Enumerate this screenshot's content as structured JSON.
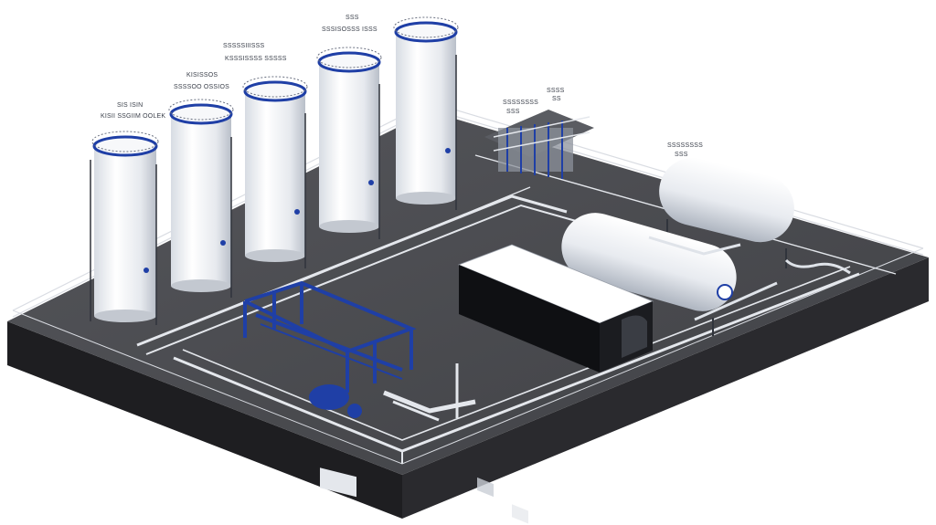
{
  "labels": {
    "tank1_line1": "SIS ISIN",
    "tank1_line2": "KISII SSGIIM OOLEK",
    "tank2_line1": "KISISSOS",
    "tank2_line2": "SSSSOO OSSIOS",
    "tank3_line1": "SSSSSIIISSS",
    "tank3_line2": "KSSSISSSS SSSSS",
    "tank5_line1": "SSS",
    "tank5_line2": "SSSISOSSS ISSS",
    "manifold_line1": "SSSSSSSS",
    "manifold_line2": "SSS",
    "valve_line1": "SSSS",
    "valve_line2": "SS",
    "vessel_line1": "SSSSSSSS",
    "vessel_line2": "SSS"
  },
  "colors": {
    "ground": "#4a4a4e",
    "slab_side": "#2b2b2e",
    "slab_front": "#1f1f22",
    "tank": "#f1f3f6",
    "accent": "#1f3fa6",
    "building": "#101114"
  }
}
